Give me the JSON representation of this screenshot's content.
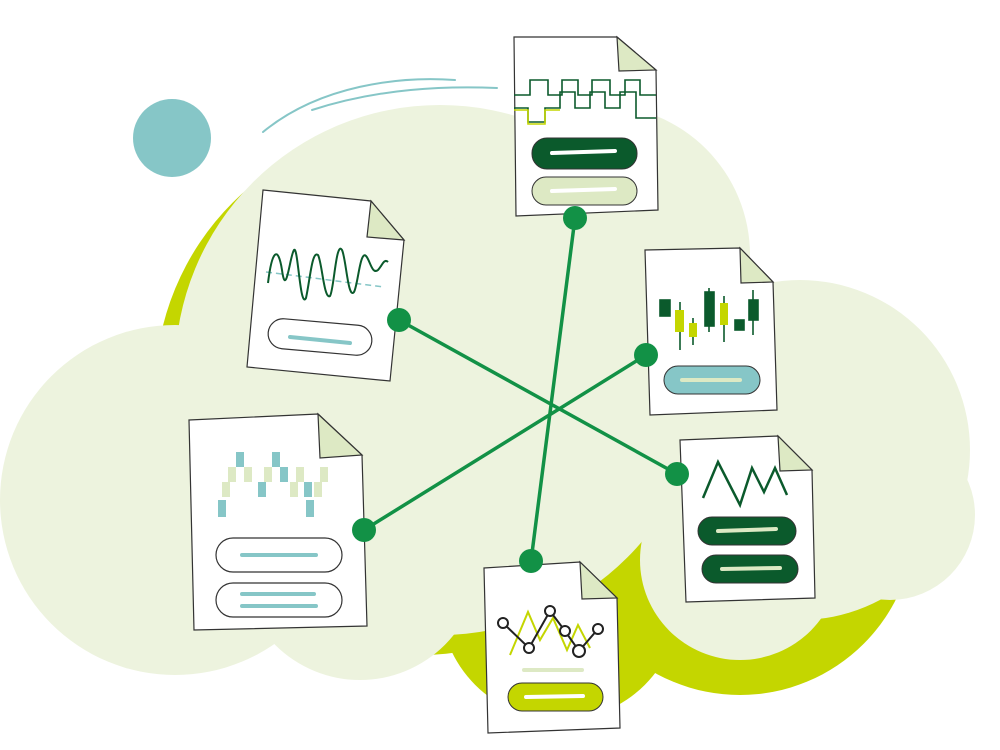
{
  "colors": {
    "cloud_fill": "#edf3de",
    "cloud_shadow": "#c4d600",
    "teal": "#86c6c7",
    "dark_green": "#0b5a2c",
    "network_green": "#129146",
    "lime": "#c4d600",
    "pale_lime": "#dde9c4",
    "page_fill": "#ffffff",
    "page_stroke": "#333333"
  },
  "icons": {
    "waveform_doc": "sine-wave-chart",
    "square_wave_doc": "square-wave-chart",
    "candlestick_doc": "candlestick-chart",
    "heatmap_doc": "pixel-heatmap",
    "zigzag_doc": "zigzag-line-chart",
    "scatter_doc": "scatter-line-chart"
  }
}
